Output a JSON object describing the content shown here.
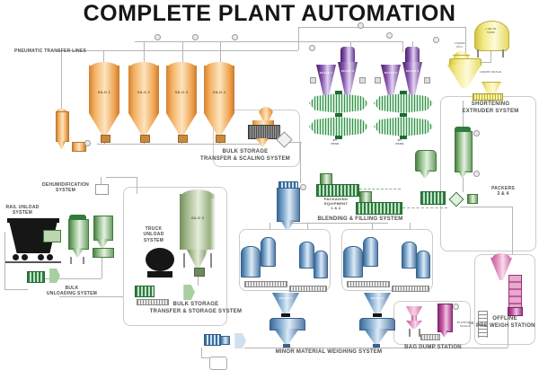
{
  "title": "COMPLETE PLANT AUTOMATION",
  "colors": {
    "silo_orange": "#f5b266",
    "silo_green": "#a5bb8f",
    "scale_purple": "#8a57b2",
    "bin_blue": "#7aa6cc",
    "liquid_yellow": "#f2e987",
    "bagdump_pink": "#e28cbd",
    "dust_magenta": "#c357a8",
    "equipment_green": "#2e7d3f",
    "line_gray": "#b5b5b5",
    "text_gray": "#4c4c4c"
  },
  "labels": {
    "pneumatic": "PNEUMATIC TRANSFER LINES",
    "dehumidification": [
      "DEHUMIDIFICATION",
      "SYSTEM"
    ],
    "rail_unload": [
      "RAIL UNLOAD",
      "SYSTEM"
    ],
    "bulk_unloading": [
      "BULK",
      "UNLOADING SYSTEM"
    ],
    "truck_unload": [
      "TRUCK",
      "UNLOAD",
      "SYSTEM"
    ],
    "bulk_scaling": [
      "BULK STORAGE",
      "TRANSFER & SCALING SYSTEM"
    ],
    "bulk_storage": [
      "BULK STORAGE",
      "TRANSFER & STORAGE SYSTEM"
    ],
    "blending_filling": "BLENDING & FILLING SYSTEM",
    "packaging": [
      "PACKAGING",
      "EQUIPMENT",
      "1 & 2"
    ],
    "packers": [
      "PACKERS",
      "3 & 4"
    ],
    "shortening": [
      "SHORTENING",
      "EXTRUDER SYSTEM"
    ],
    "minor_weighing": "MINOR MATERIAL WEIGHING SYSTEM",
    "bag_dump": "BAG DUMP STATION",
    "offline": [
      "OFFLINE",
      "PRE WEIGH STATION"
    ],
    "platform_scale": [
      "PLATFORM",
      "SCALE"
    ],
    "liquid_tank": [
      "LIQUID",
      "TANK"
    ],
    "liquid_fill": [
      "LIQUID",
      "FILL"
    ],
    "liquid_scale": "LIQUID SCALE",
    "by_pass": [
      "BY",
      "PASS"
    ]
  },
  "equipment": {
    "silos": [
      "SILO 1",
      "SILO 2",
      "SILO 3",
      "SILO 4"
    ],
    "silo5": "SILO 5",
    "scales": [
      "SCALE 1",
      "SCALE 2",
      "SCALE 3",
      "SCALE 4",
      "SCALE 5",
      "SCALE 6"
    ]
  }
}
